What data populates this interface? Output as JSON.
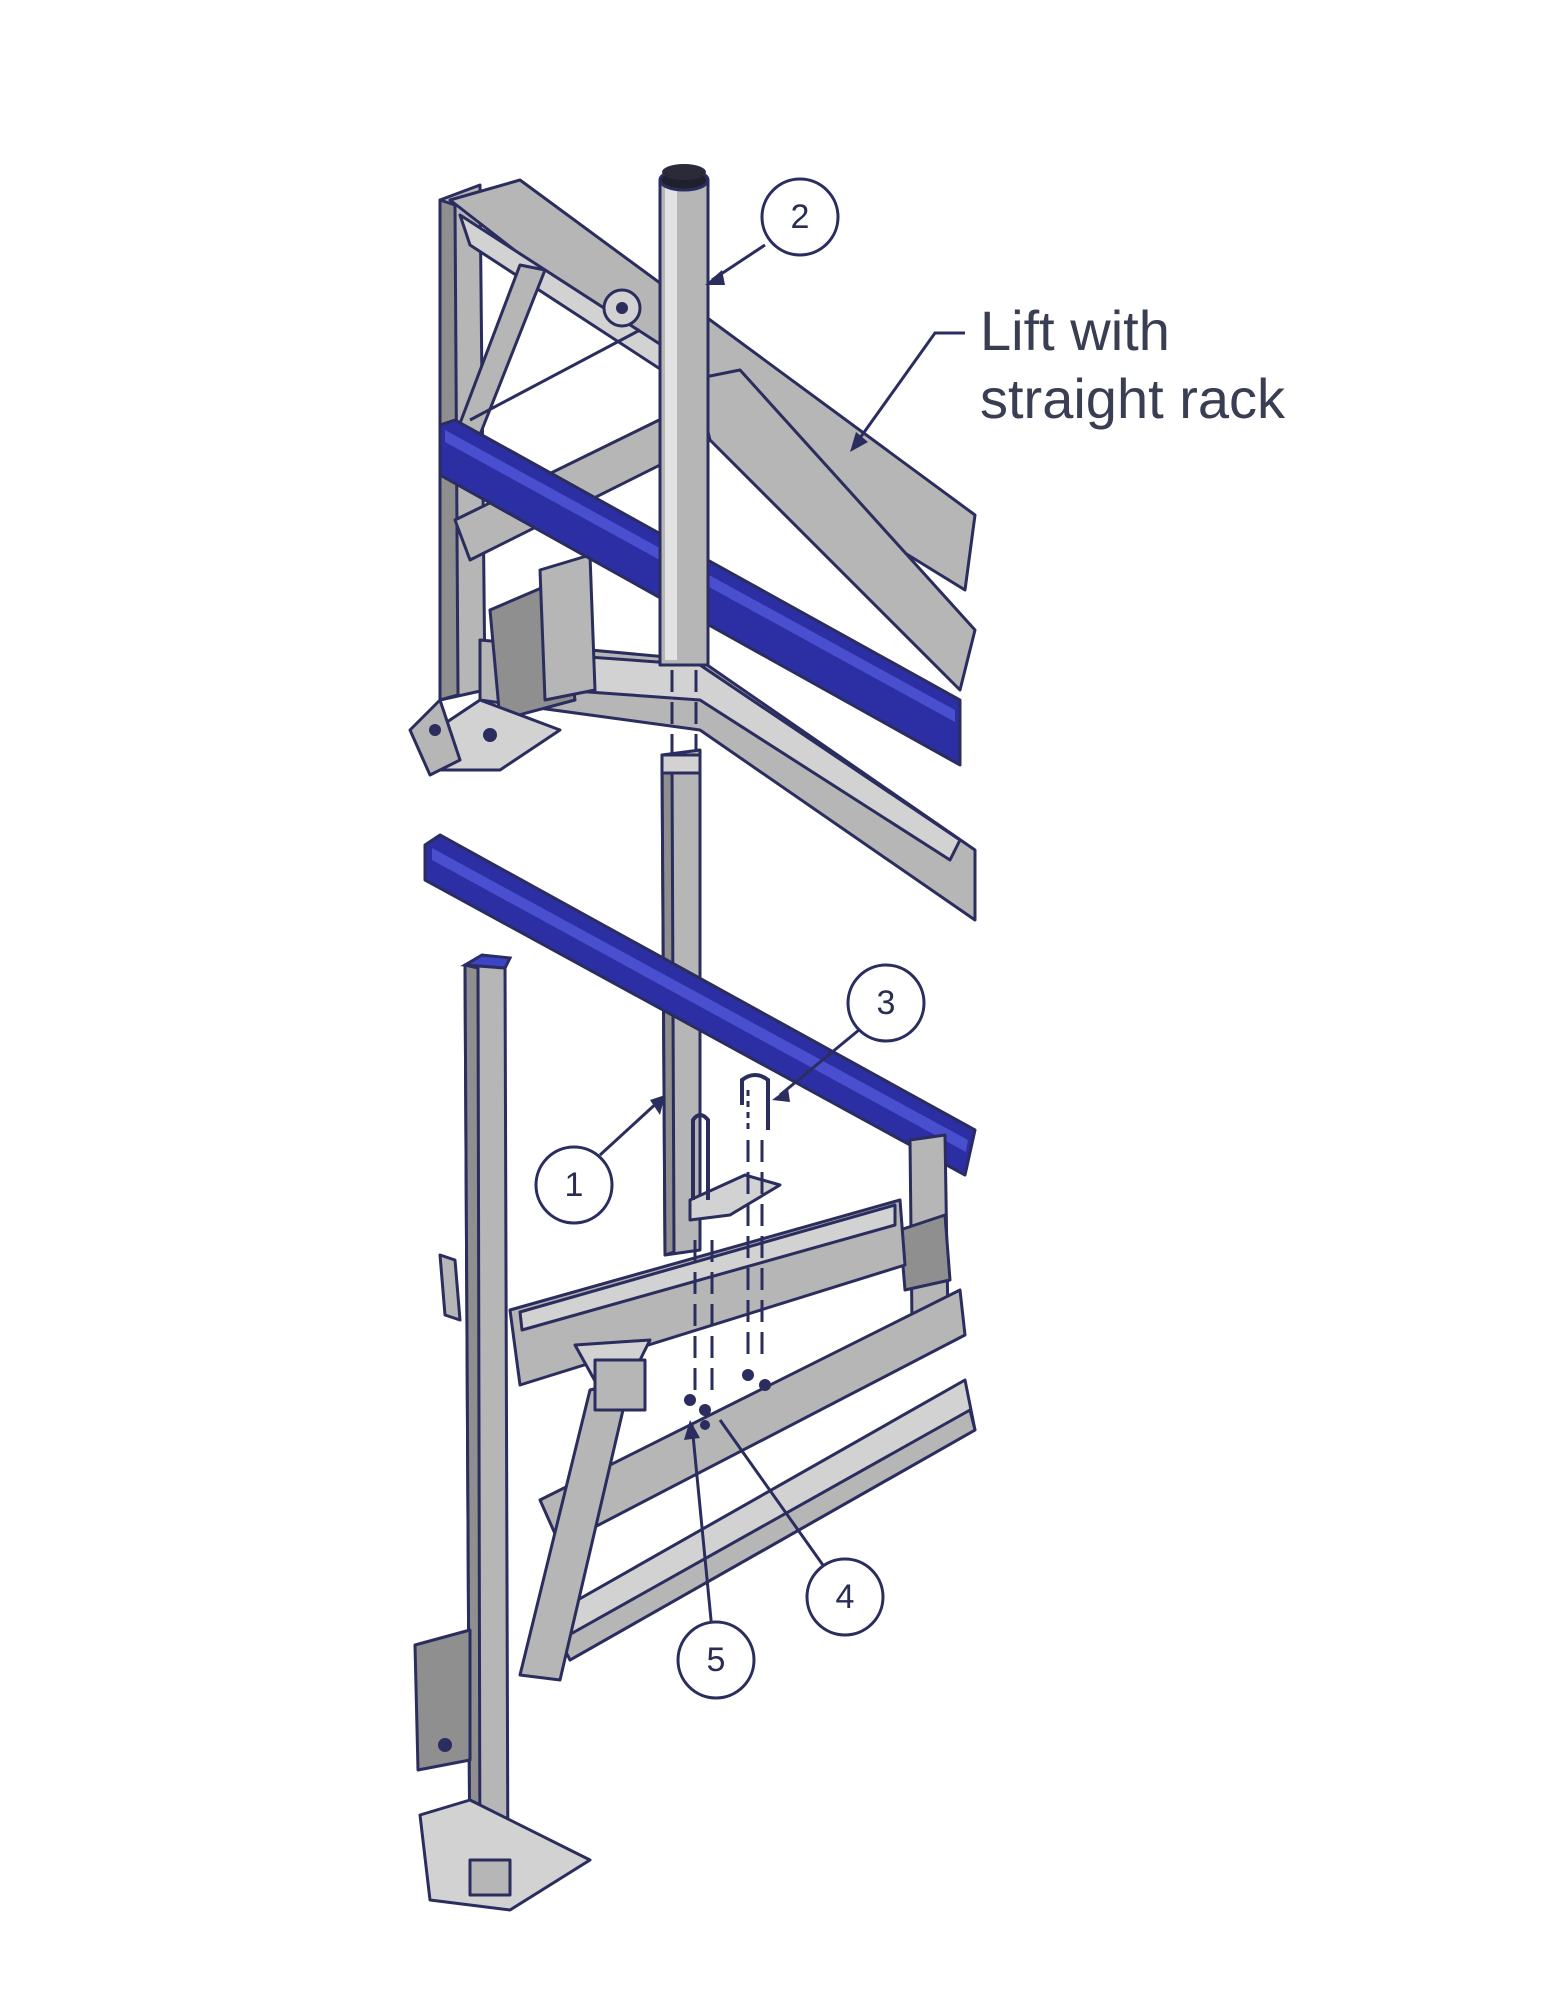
{
  "diagram": {
    "label": {
      "line1": "Lift with",
      "line2": "straight rack"
    },
    "callouts": [
      {
        "number": "1"
      },
      {
        "number": "2"
      },
      {
        "number": "3"
      },
      {
        "number": "4"
      },
      {
        "number": "5"
      }
    ],
    "colors": {
      "frame_fill": "#b6b6b6",
      "frame_outline": "#2a2d5e",
      "bunk_blue": "#2b2fa3",
      "background": "#ffffff"
    }
  }
}
